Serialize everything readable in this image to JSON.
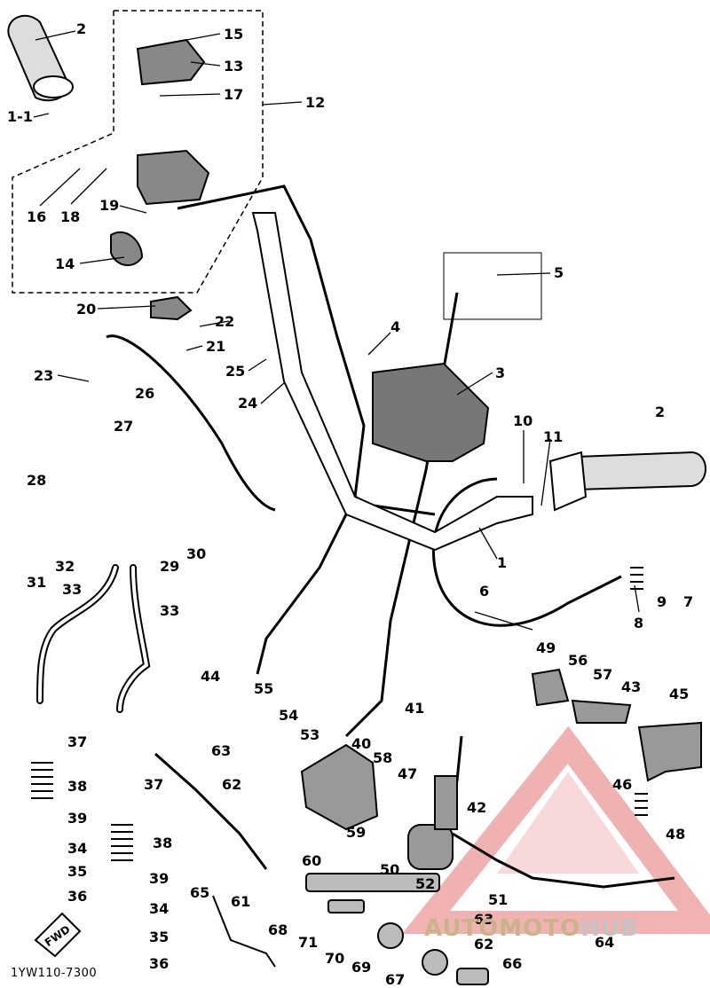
{
  "diagram": {
    "drawing_code": "1YW110-7300",
    "callouts": [
      "2",
      "1-1",
      "15",
      "13",
      "17",
      "12",
      "16",
      "18",
      "19",
      "14",
      "20",
      "22",
      "21",
      "25",
      "24",
      "23",
      "26",
      "27",
      "28",
      "31",
      "32",
      "29",
      "30",
      "33",
      "4",
      "5",
      "3",
      "10",
      "11",
      "1",
      "6",
      "8",
      "9",
      "7",
      "44",
      "55",
      "54",
      "53",
      "63",
      "62",
      "37",
      "38",
      "39",
      "34",
      "35",
      "36",
      "40",
      "58",
      "47",
      "41",
      "42",
      "49",
      "56",
      "57",
      "43",
      "45",
      "46",
      "48",
      "59",
      "50",
      "60",
      "61",
      "52",
      "51",
      "64",
      "65",
      "68",
      "71",
      "70",
      "69",
      "67",
      "66"
    ],
    "stamp": "FWD"
  },
  "watermark": {
    "brand_part_1": "AUTO",
    "brand_part_2": "MOTO",
    "brand_part_3": "HUB",
    "color_triangle": "#e57373",
    "color_text_1": "#c9b48a",
    "color_text_2": "#c3c3c3"
  }
}
